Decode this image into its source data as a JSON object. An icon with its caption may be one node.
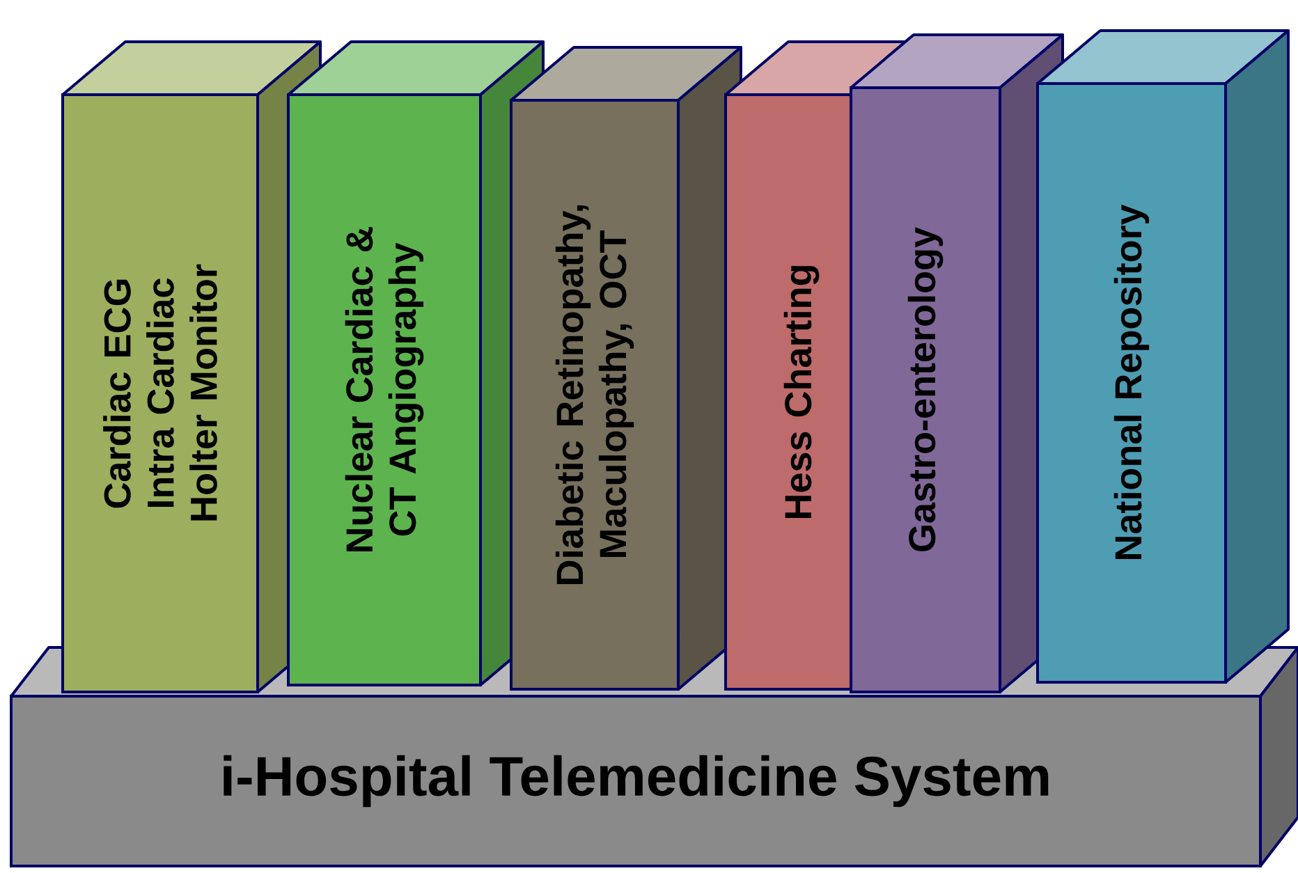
{
  "diagram": {
    "nodes": [
      {
        "text": [
          "i-Hospital Telemedicine System"
        ]
      },
      {
        "text": [
          "Cardiac ECG Intra Cardiac Holter Monitor"
        ]
      },
      {
        "text": [
          "Nuclear Cardiac & CT Angiography"
        ]
      },
      {
        "text": [
          "Diabetic Retinopathy, Maculopathy, OCT"
        ]
      },
      {
        "text": [
          "Hess Charting"
        ]
      },
      {
        "text": [
          "Gastro-enterology"
        ]
      },
      {
        "text": [
          "National Repository"
        ]
      }
    ]
  }
}
